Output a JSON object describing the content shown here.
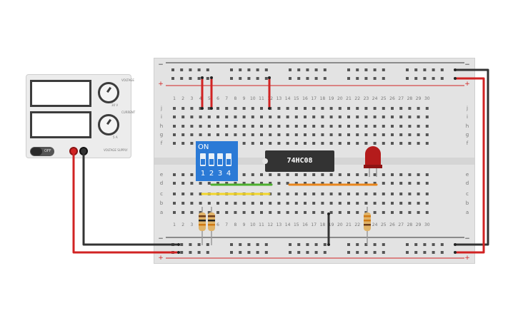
{
  "power_supply": {
    "switch_label": "OFF",
    "knob_top_range_label": "30 V",
    "knob_bottom_range_label": "5 A",
    "knob_top_header": "VOLTAGE",
    "knob_bottom_header": "CURRENT",
    "brand_label": "VOLTAGE SUPPLY",
    "terminal_positive_color": "#d12323",
    "terminal_negative_color": "#333333"
  },
  "breadboard": {
    "rail_minus": "−",
    "rail_plus": "+",
    "column_numbers": [
      "1",
      "2",
      "3",
      "4",
      "5",
      "6",
      "7",
      "8",
      "9",
      "10",
      "11",
      "12",
      "13",
      "14",
      "15",
      "16",
      "17",
      "18",
      "19",
      "20",
      "21",
      "22",
      "23",
      "24",
      "25",
      "26",
      "27",
      "28",
      "29",
      "30"
    ],
    "row_letters_top": [
      "j",
      "i",
      "h",
      "g",
      "f"
    ],
    "row_letters_bottom": [
      "e",
      "d",
      "c",
      "b",
      "a"
    ]
  },
  "chip": {
    "label": "74HC08"
  },
  "dip_switch": {
    "on_label": "ON",
    "numbers": [
      "1",
      "2",
      "3",
      "4"
    ]
  },
  "colors": {
    "red_wire": "#d12323",
    "black_wire": "#333333",
    "green_wire": "#4caf2e",
    "yellow_wire": "#f2d52a",
    "orange_wire": "#e9861c",
    "led_red": "#b41b1b",
    "dip_blue": "#2b7ad6"
  }
}
